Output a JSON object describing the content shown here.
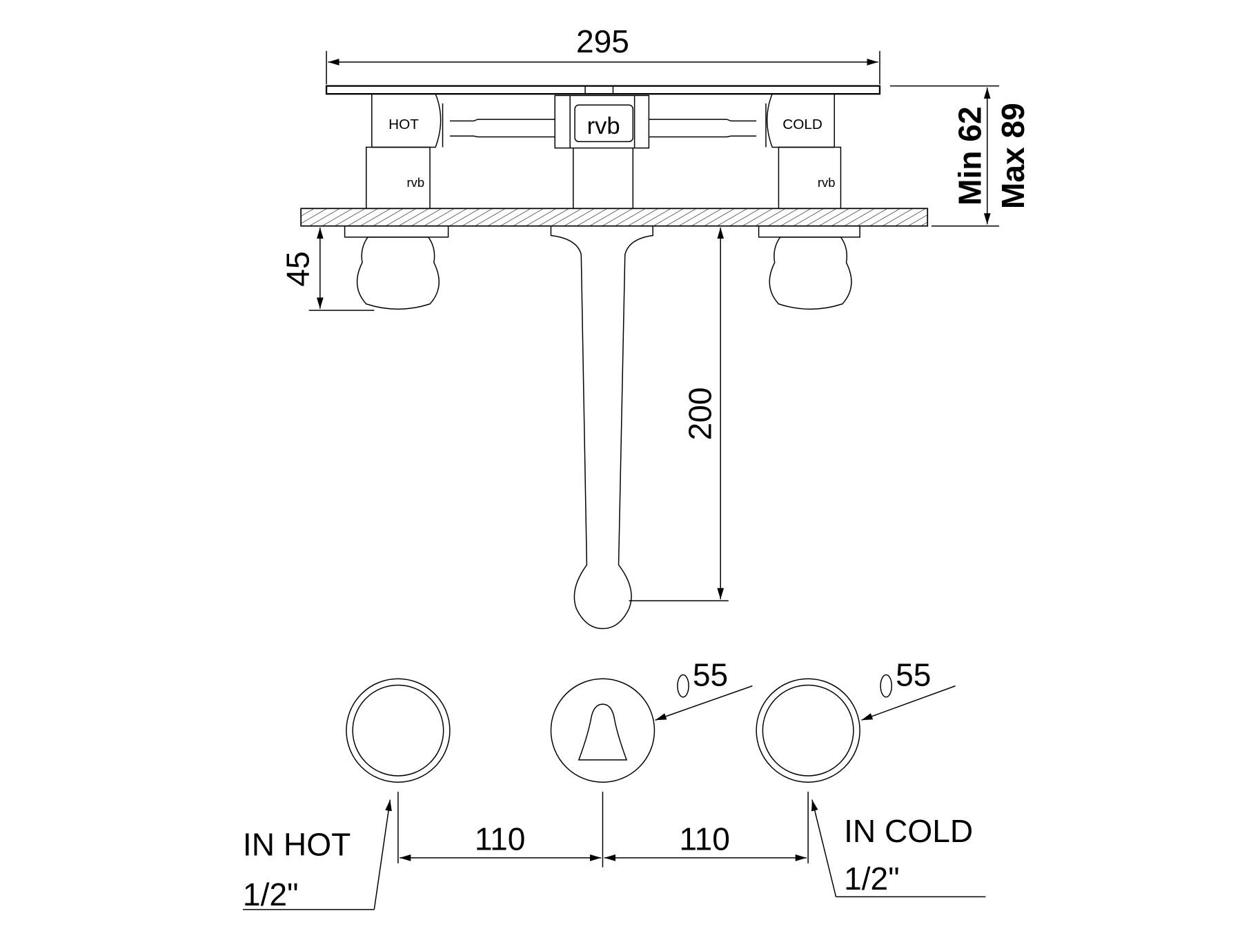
{
  "drawing": {
    "overall_width": "295",
    "depth_range": {
      "min": "Min 62",
      "max": "Max 89"
    },
    "handle_height": "45",
    "spout_drop": "200",
    "hot_label": "HOT",
    "cold_label": "COLD",
    "logo": "rvb",
    "diameter_center": "55",
    "diameter_right": "55",
    "spacing_left": "110",
    "spacing_right": "110",
    "inlet_hot": {
      "label": "IN HOT",
      "size": "1/2\""
    },
    "inlet_cold": {
      "label": "IN COLD",
      "size": "1/2\""
    },
    "colors": {
      "line": "#000000",
      "background": "#ffffff"
    }
  }
}
